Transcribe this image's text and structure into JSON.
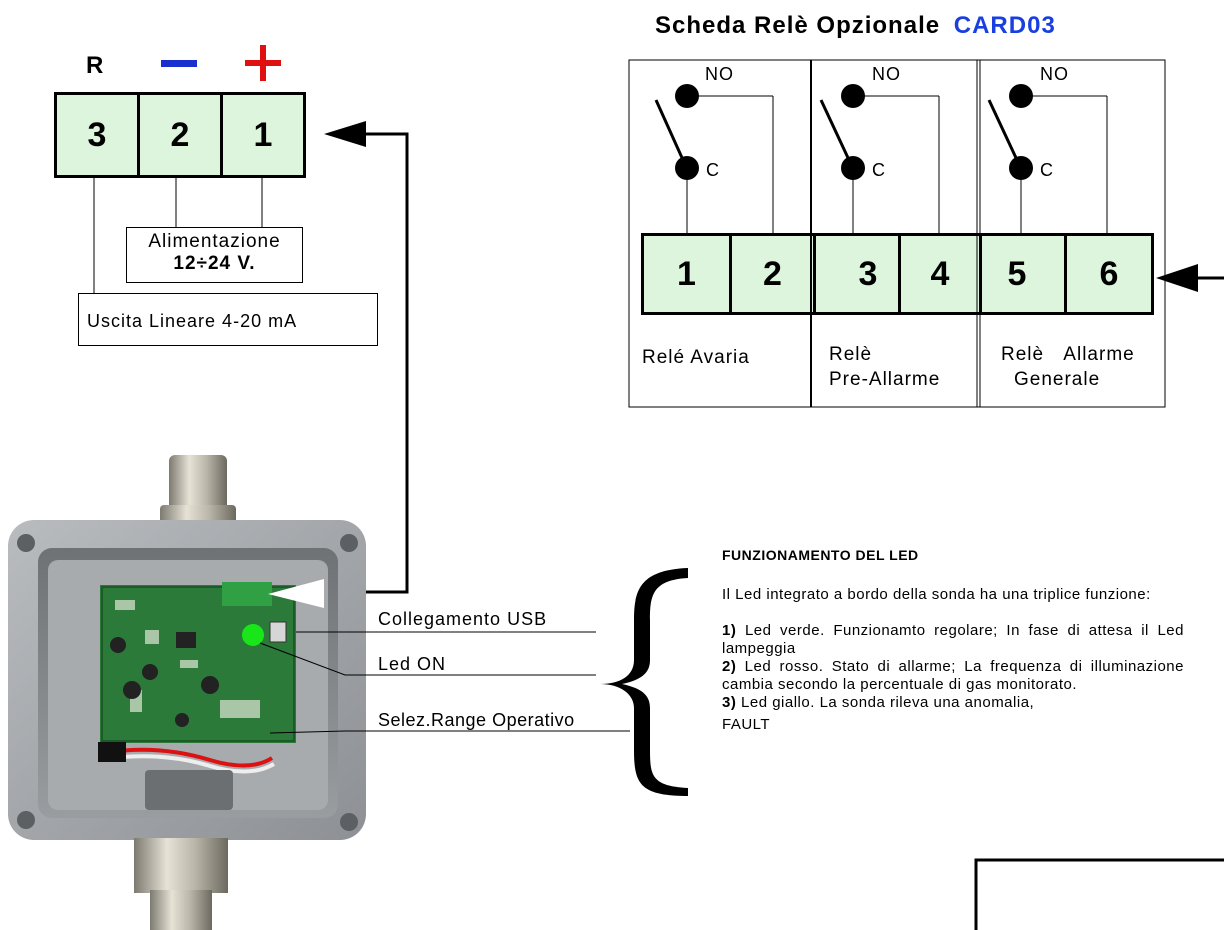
{
  "power_block": {
    "header_r": "R",
    "terminals": [
      "3",
      "2",
      "1"
    ],
    "supply_label_line1": "Alimentazione",
    "supply_label_line2": "12÷24 V.",
    "output_label": "Uscita Lineare 4-20 mA"
  },
  "relay_card": {
    "title_prefix": "Scheda Relè Opzionale",
    "title_code": "CARD03",
    "title_code_color": "#1a3fe0",
    "no_labels": [
      "NO",
      "NO",
      "NO"
    ],
    "c_labels": [
      "C",
      "C",
      "C"
    ],
    "terminals": [
      "1",
      "2",
      "3",
      "4",
      "5",
      "6"
    ],
    "relay1_label": "Relé Avaria",
    "relay2_label_line1": "Relè",
    "relay2_label_line2": "Pre-Allarme",
    "relay3_label_line1": "Relè Allarme",
    "relay3_label_line2": "Generale"
  },
  "callouts": {
    "usb": "Collegamento USB",
    "led_on": "Led ON",
    "range": "Selez.Range Operativo"
  },
  "led_info": {
    "title": "FUNZIONAMENTO DEL LED",
    "intro": "Il Led integrato a bordo della sonda ha una triplice funzione:",
    "item1_num": "1)",
    "item1_text": "Led verde. Funzionamto regolare; In fase di attesa il Led lampeggia",
    "item2_num": "2)",
    "item2_text": "Led rosso. Stato di allarme; La frequenza di illuminazione cambia secondo la percentuale di gas monitorato.",
    "item3_num": "3)",
    "item3_text": "Led giallo. La sonda rileva una anomalia,",
    "item3_tail": "FAULT"
  },
  "colors": {
    "terminal_fill": "#dcf5dc",
    "minus_color": "#1a2fd0",
    "plus_color": "#e01010",
    "led_green": "#19e619"
  }
}
